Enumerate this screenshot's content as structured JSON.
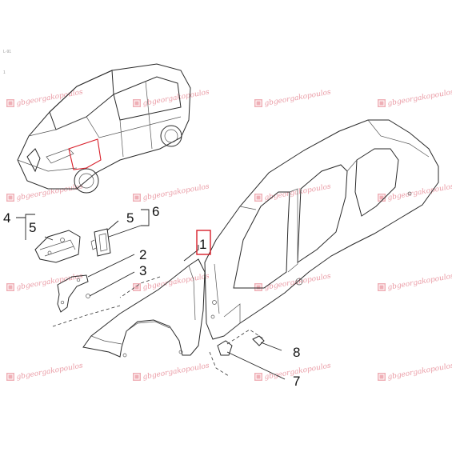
{
  "corner_marks": [
    "L-91",
    "1"
  ],
  "watermark": {
    "text": "gbgeorgakopoulos",
    "color": "#d8485a",
    "icon": "brand-seal-icon"
  },
  "callouts": {
    "part_1": "1",
    "part_2": "2",
    "part_3": "3",
    "part_4": "4",
    "part_5a": "5",
    "part_5b": "5",
    "part_6": "6",
    "part_7": "7",
    "part_8": "8"
  },
  "highlight_color": "#d81f2a"
}
